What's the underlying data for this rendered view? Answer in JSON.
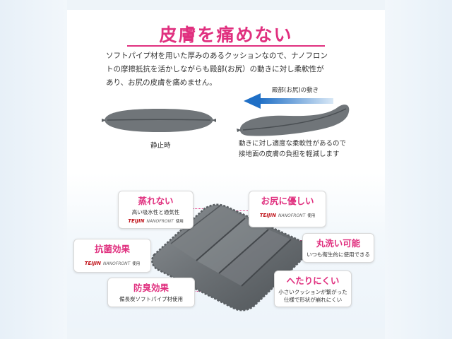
{
  "title": "皮膚を痛めない",
  "description": [
    "ソフトパイプ材を用いた厚みのあるクッションなので、ナノフロン",
    "トの摩擦抵抗を活かしながらも殿部(お尻）の動きに対し柔軟性が",
    "あり、お尻の皮膚を痛めません。"
  ],
  "arrow_label": "殿部(お尻)の動き",
  "static_label": "静止時",
  "moving_caption": [
    "動きに対し適度な柔軟性があるので",
    "接地面の皮膚の負担を軽減します"
  ],
  "features": {
    "steam": {
      "title": "蒸れない",
      "sub": "高い吸水性と通気性",
      "brand": "TEIJIN",
      "brand_product": "NANOFRONT",
      "brand_use": "使用"
    },
    "antibacterial": {
      "title": "抗菌効果",
      "brand": "TEIJIN",
      "brand_product": "NANOFRONT",
      "brand_use": "使用"
    },
    "deodorant": {
      "title": "防臭効果",
      "sub": "備長炭ソフトパイプ材使用"
    },
    "gentle": {
      "title": "お尻に優しい",
      "brand": "TEIJIN",
      "brand_product": "NANOFRONT",
      "brand_use": "使用"
    },
    "washable": {
      "title": "丸洗い可能",
      "sub": "いつも衛生的に使用できる"
    },
    "durable": {
      "title": "へたりにくい",
      "sub": [
        "小さいクッションが繋がった",
        "仕様で形状が崩れにくい"
      ]
    }
  },
  "colors": {
    "accent": "#e0307f",
    "cushion": "#6f7478",
    "arrow": "#1f6fc6",
    "brand_red": "#c0141b"
  }
}
